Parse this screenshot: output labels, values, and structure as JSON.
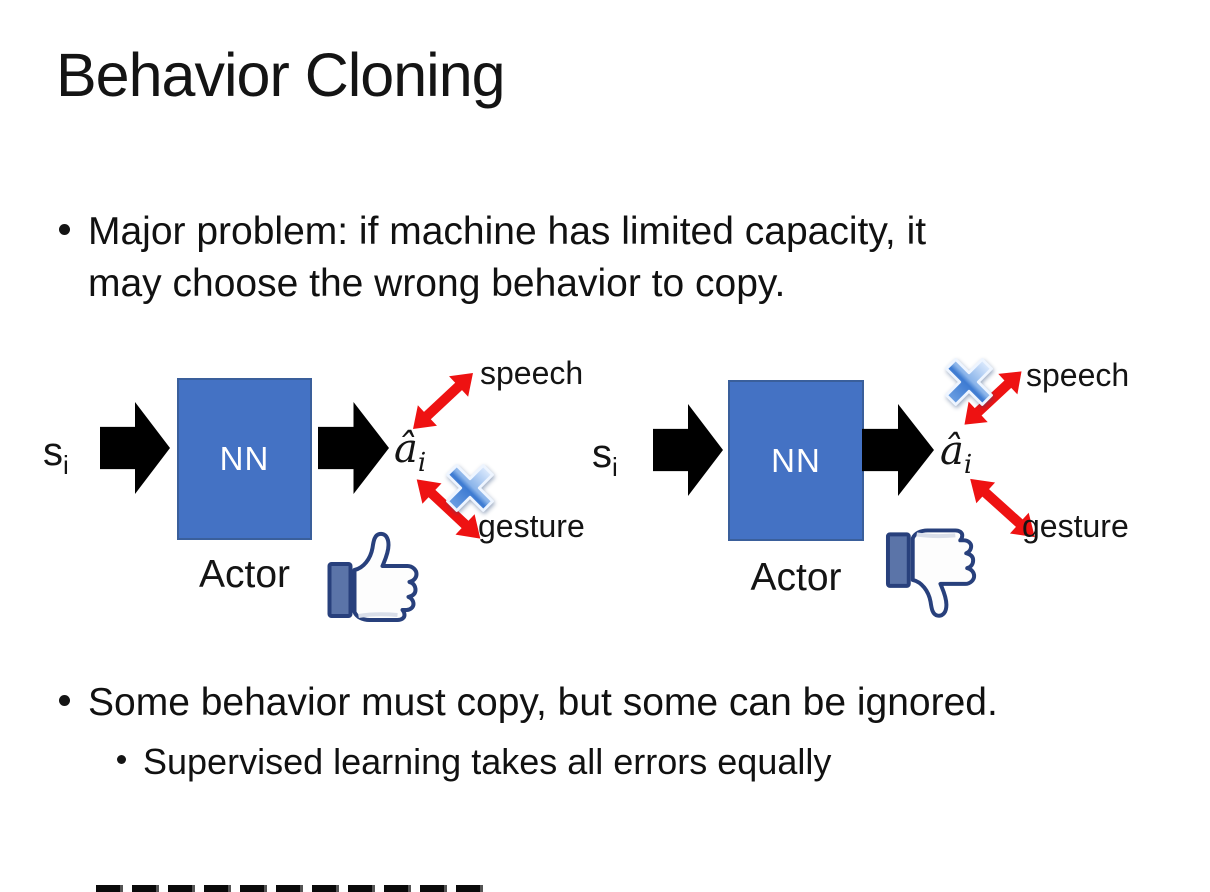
{
  "slide": {
    "title": "Behavior Cloning",
    "bullet1_line1": "Major problem: if machine has limited capacity, it",
    "bullet1_line2": "may choose the wrong behavior to copy.",
    "bullet2": "Some behavior must copy, but some can be ignored.",
    "bullet2_sub": "Supervised learning takes all errors equally"
  },
  "diagram_left": {
    "input_base": "s",
    "input_sub": "i",
    "nn_label": "NN",
    "actor_label": "Actor",
    "output_base": "â",
    "output_sub": "i",
    "speech_label": "speech",
    "gesture_label": "gesture",
    "cross_on": "gesture",
    "feedback_icon": "thumbs-up-icon"
  },
  "diagram_right": {
    "input_base": "s",
    "input_sub": "i",
    "nn_label": "NN",
    "actor_label": "Actor",
    "output_base": "â",
    "output_sub": "i",
    "speech_label": "speech",
    "gesture_label": "gesture",
    "cross_on": "speech",
    "feedback_icon": "thumbs-down-icon"
  },
  "colors": {
    "background": "#ffffff",
    "text": "#141414",
    "nn_box_fill": "#4472c4",
    "nn_box_border": "#3a5f9b",
    "nn_text": "#ffffff",
    "block_arrow_black": "#000000",
    "double_arrow_red": "#ee1212",
    "cross_blue": "#4a86d8",
    "thumb_outline": "#28407c",
    "thumb_cuff_fill": "#5b74a8"
  }
}
